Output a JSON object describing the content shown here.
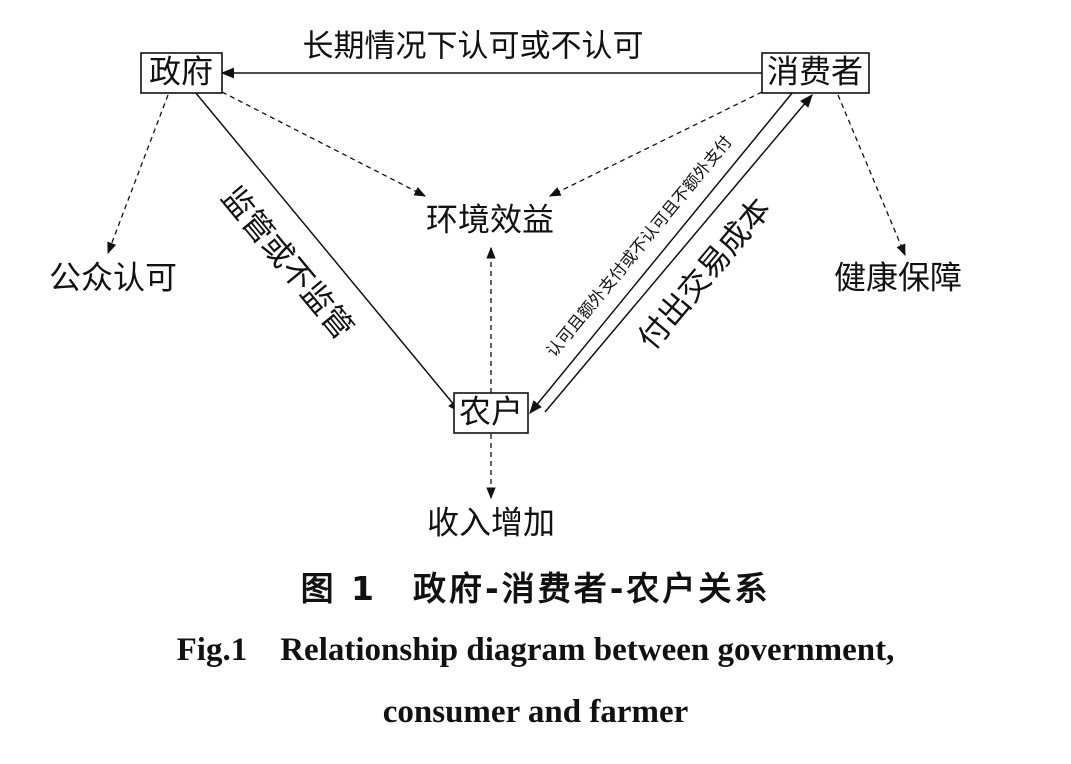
{
  "nodes": {
    "government": "政府",
    "consumer": "消费者",
    "farmer": "农户",
    "environment": "环境效益",
    "public": "公众认可",
    "health": "健康保障",
    "income": "收入增加"
  },
  "edges": {
    "consumer_to_government": "长期情况下认可或不认可",
    "government_to_farmer": "监管或不监管",
    "consumer_to_farmer": "认可且额外支付或不认可且不额外支付",
    "farmer_to_consumer": "付出交易成本"
  },
  "caption": {
    "cn_number": "图 1",
    "cn_title": "政府-消费者-农户关系",
    "en_line1": "Fig.1    Relationship diagram between government,",
    "en_line2": "consumer and farmer"
  }
}
